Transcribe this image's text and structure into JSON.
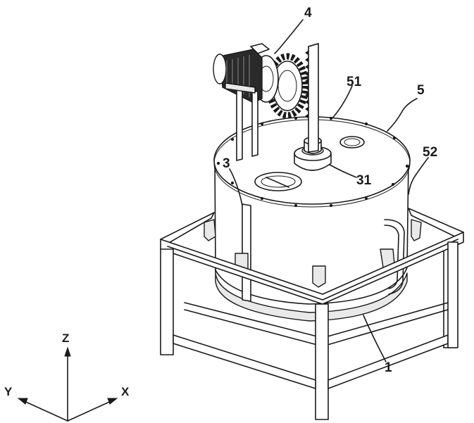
{
  "labels": {
    "motor": "4",
    "top_cover": "51",
    "tank": "5",
    "tank_wall": "52",
    "pipe": "3",
    "shaft_flange": "31",
    "frame": "1"
  },
  "axes": {
    "z": "Z",
    "y": "Y",
    "x": "X"
  }
}
